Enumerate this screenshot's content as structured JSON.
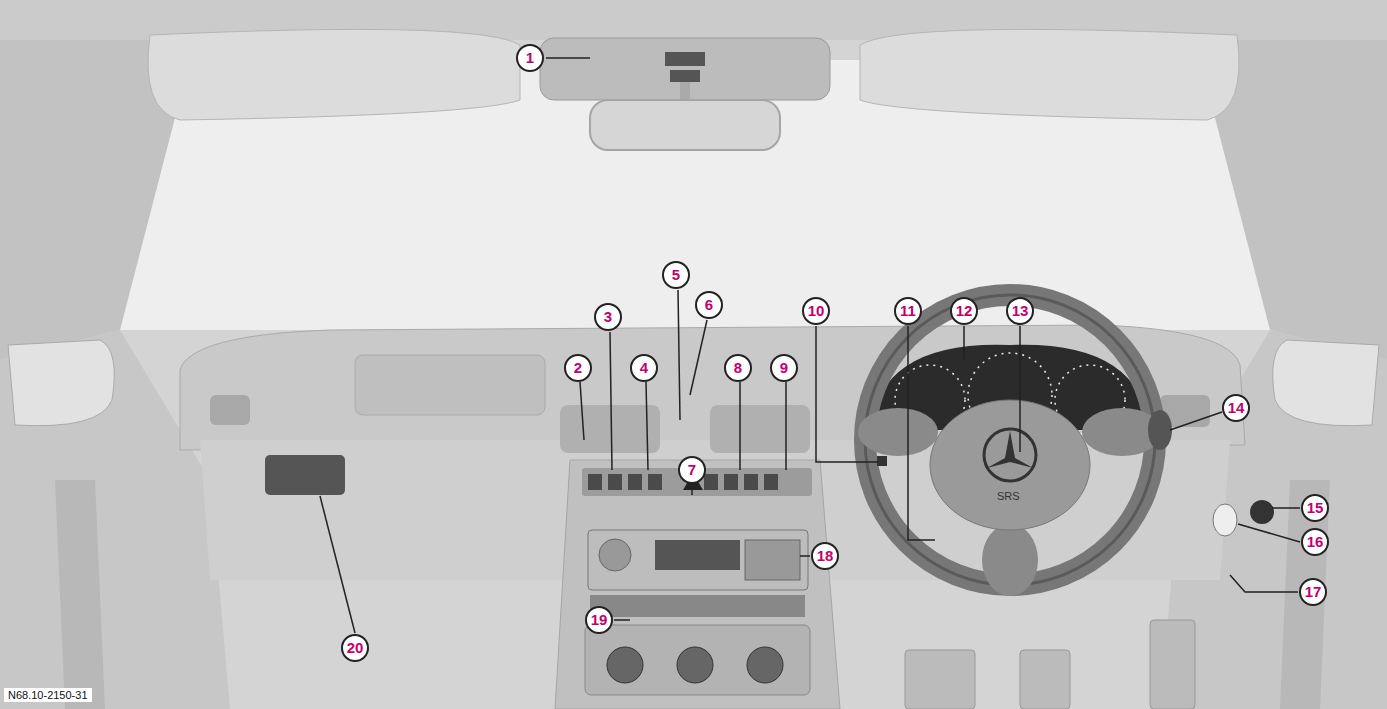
{
  "diagram": {
    "labels": [
      "1",
      "2",
      "3",
      "4",
      "5",
      "6",
      "7",
      "8",
      "9",
      "10",
      "11",
      "12",
      "13",
      "14",
      "15",
      "16",
      "17",
      "18",
      "19",
      "20",
      "SRS",
      "N68.10-2150-31"
    ]
  }
}
